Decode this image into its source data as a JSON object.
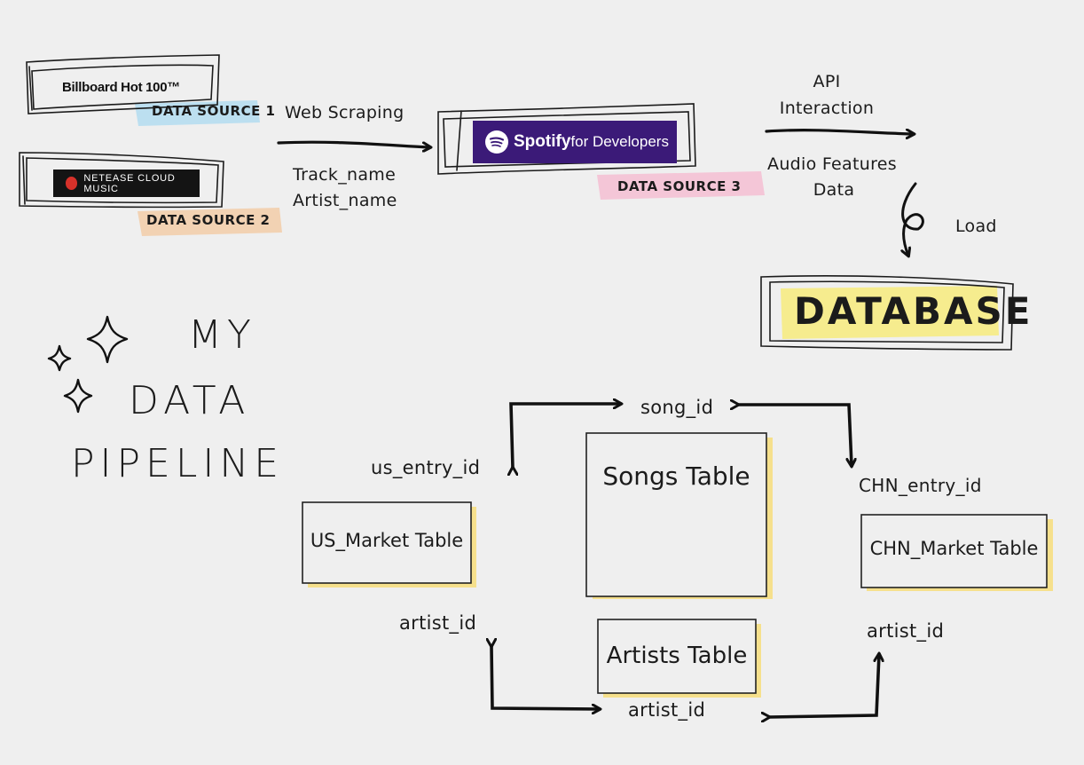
{
  "title": [
    "MY",
    "DATA",
    "PIPELINE"
  ],
  "sources": {
    "billboard_logo": "Billboard Hot 100™",
    "netease_logo": "NETEASE CLOUD MUSIC",
    "spotify_logo_strong": "Spotify",
    "spotify_logo_light": "for Developers",
    "tag1": "DATA SOURCE 1",
    "tag2": "DATA SOURCE 2",
    "tag3": "DATA SOURCE 3"
  },
  "edges": {
    "web_scraping": "Web Scraping",
    "track_name": "Track_name",
    "artist_name": "Artist_name",
    "api_line1": "API",
    "api_line2": "Interaction",
    "audio_line1": "Audio Features",
    "audio_line2": "Data",
    "load": "Load"
  },
  "database": "DATABASE",
  "tables": {
    "songs": "Songs Table",
    "us_market": "US_Market Table",
    "chn_market": "CHN_Market Table",
    "artists": "Artists Table"
  },
  "keys": {
    "song_id": "song_id",
    "us_entry_id": "us_entry_id",
    "chn_entry_id": "CHN_entry_id",
    "artist_id_left": "artist_id",
    "artist_id_bottom": "artist_id",
    "artist_id_right": "artist_id"
  },
  "colors": {
    "background": "#efefef",
    "tag1": "#bcdff0",
    "tag2": "#f2d2b3",
    "tag3": "#f4c6d7",
    "database_highlight": "#f6ec8e",
    "table_shadow": "#f6e08c",
    "spotify_purple": "#3b1a78",
    "netease_red": "#d6312a"
  }
}
